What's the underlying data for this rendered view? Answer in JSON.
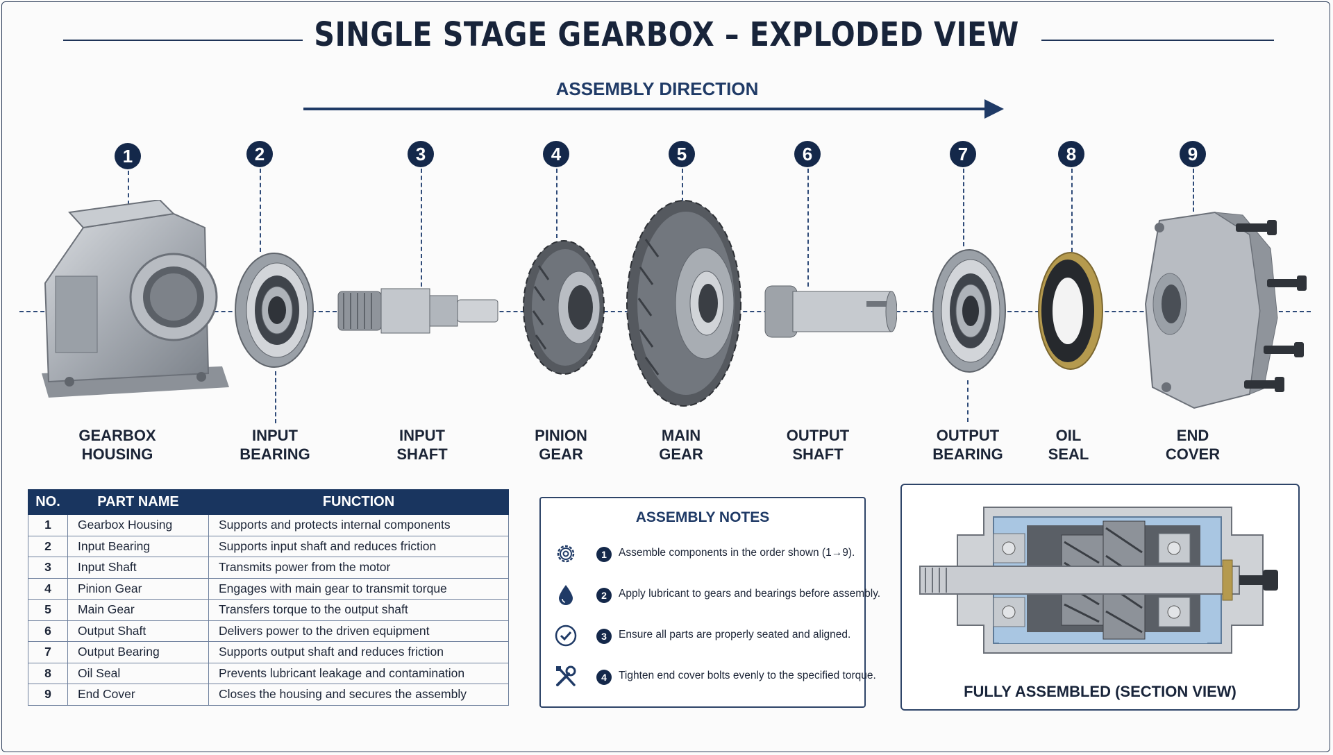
{
  "title": "SINGLE STAGE GEARBOX – EXPLODED VIEW",
  "assembly_direction": "ASSEMBLY DIRECTION",
  "parts": [
    {
      "no": "1",
      "label_line1": "GEARBOX",
      "label_line2": "HOUSING"
    },
    {
      "no": "2",
      "label_line1": "INPUT",
      "label_line2": "BEARING"
    },
    {
      "no": "3",
      "label_line1": "INPUT",
      "label_line2": "SHAFT"
    },
    {
      "no": "4",
      "label_line1": "PINION",
      "label_line2": "GEAR"
    },
    {
      "no": "5",
      "label_line1": "MAIN",
      "label_line2": "GEAR"
    },
    {
      "no": "6",
      "label_line1": "OUTPUT",
      "label_line2": "SHAFT"
    },
    {
      "no": "7",
      "label_line1": "OUTPUT",
      "label_line2": "BEARING"
    },
    {
      "no": "8",
      "label_line1": "OIL",
      "label_line2": "SEAL"
    },
    {
      "no": "9",
      "label_line1": "END",
      "label_line2": "COVER"
    }
  ],
  "table": {
    "headers": [
      "NO.",
      "PART NAME",
      "FUNCTION"
    ],
    "rows": [
      {
        "no": "1",
        "name": "Gearbox Housing",
        "function": "Supports and protects internal components"
      },
      {
        "no": "2",
        "name": "Input Bearing",
        "function": "Supports input shaft and reduces friction"
      },
      {
        "no": "3",
        "name": "Input Shaft",
        "function": "Transmits power from the motor"
      },
      {
        "no": "4",
        "name": "Pinion Gear",
        "function": "Engages with main gear to transmit torque"
      },
      {
        "no": "5",
        "name": "Main Gear",
        "function": "Transfers torque to the output shaft"
      },
      {
        "no": "6",
        "name": "Output Shaft",
        "function": "Delivers power to the driven equipment"
      },
      {
        "no": "7",
        "name": "Output Bearing",
        "function": "Supports output shaft and reduces friction"
      },
      {
        "no": "8",
        "name": "Oil Seal",
        "function": "Prevents lubricant leakage and contamination"
      },
      {
        "no": "9",
        "name": "End Cover",
        "function": "Closes the housing and secures the assembly"
      }
    ]
  },
  "notes": {
    "title": "ASSEMBLY NOTES",
    "items": [
      {
        "no": "1",
        "icon": "gear-icon",
        "text": "Assemble components in the order shown (1→9)."
      },
      {
        "no": "2",
        "icon": "oil-drop-icon",
        "text": "Apply lubricant to gears and bearings before assembly."
      },
      {
        "no": "3",
        "icon": "check-circle-icon",
        "text": "Ensure all parts are properly seated and aligned."
      },
      {
        "no": "4",
        "icon": "wrench-screwdriver-icon",
        "text": "Tighten end cover bolts evenly to the specified torque."
      }
    ]
  },
  "section_view": {
    "caption": "FULLY ASSEMBLED (SECTION VIEW)"
  },
  "colors": {
    "navy": "#14284a",
    "accent": "#1f3a66",
    "metal": "#a9aeb5",
    "seal_brass": "#b59a4e",
    "section_blue": "#a9c6e2"
  }
}
